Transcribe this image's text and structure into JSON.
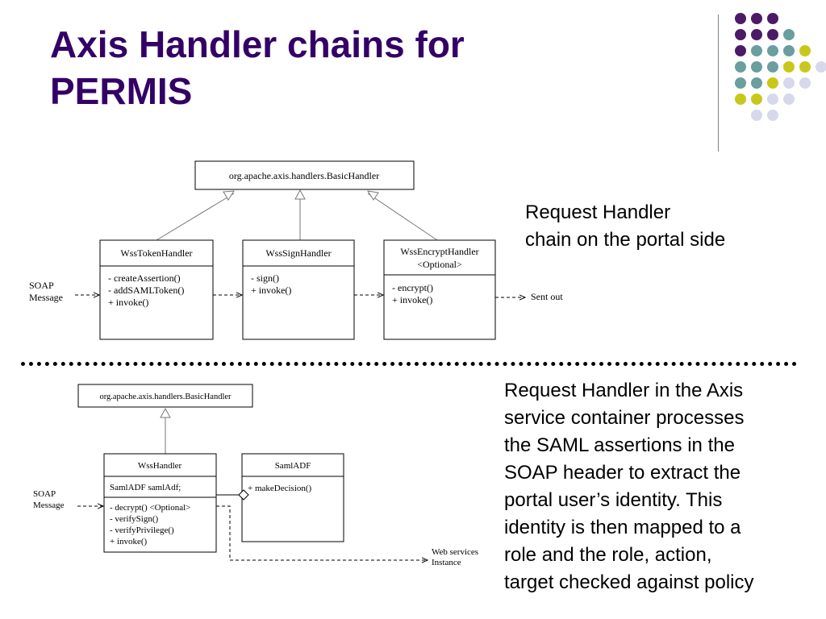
{
  "title": {
    "line1": "Axis Handler chains for",
    "line2": "PERMIS"
  },
  "decoration": {
    "colors": {
      "purple": "#4B1B66",
      "teal": "#6B9E9E",
      "yellow": "#C8C81C",
      "lavender": "#D8D8EC"
    },
    "dot_rows": [
      [
        "purple",
        "purple",
        "purple"
      ],
      [
        "purple",
        "purple",
        "purple",
        "teal"
      ],
      [
        "purple",
        "teal",
        "teal",
        "teal",
        "yellow"
      ],
      [
        "teal",
        "teal",
        "teal",
        "yellow",
        "yellow",
        "lavender"
      ],
      [
        "teal",
        "teal",
        "yellow",
        "lavender",
        "lavender"
      ],
      [
        "yellow",
        "yellow",
        "lavender",
        "lavender"
      ],
      [
        "lavender",
        "lavender"
      ]
    ]
  },
  "top_note": {
    "line1": "Request Handler",
    "line2": "chain on the portal side"
  },
  "bottom_note": {
    "lines": [
      "Request Handler in the Axis",
      "service container processes",
      "the SAML assertions in the",
      "SOAP header to extract the",
      "portal user’s identity.  This",
      "identity is then mapped to a",
      "role and the role, action,",
      "target checked against policy"
    ]
  },
  "diagram_top": {
    "base_class": "org.apache.axis.handlers.BasicHandler",
    "input_label": {
      "line1": "SOAP",
      "line2": "Message"
    },
    "output_label": "Sent out",
    "classes": [
      {
        "name": "WssTokenHandler",
        "methods": [
          "- createAssertion()",
          "- addSAMLToken()",
          "+ invoke()"
        ]
      },
      {
        "name": "WssSignHandler",
        "methods": [
          "- sign()",
          "+ invoke()"
        ]
      },
      {
        "name": "WssEncryptHandler",
        "stereotype": "<Optional>",
        "methods": [
          "- encrypt()",
          "+ invoke()"
        ]
      }
    ]
  },
  "diagram_bottom": {
    "base_class": "org.apache.axis.handlers.BasicHandler",
    "input_label": {
      "line1": "SOAP",
      "line2": "Message"
    },
    "output_label": {
      "line1": "Web services",
      "line2": "Instance"
    },
    "wss_handler": {
      "name": "WssHandler",
      "attribute": "SamlADF samlAdf;",
      "methods": [
        "- decrypt() <Optional>",
        "- verifySign()",
        "- verifyPrivilege()",
        "+ invoke()"
      ]
    },
    "saml_adf": {
      "name": "SamlADF",
      "methods": [
        "+ makeDecision()"
      ]
    }
  }
}
